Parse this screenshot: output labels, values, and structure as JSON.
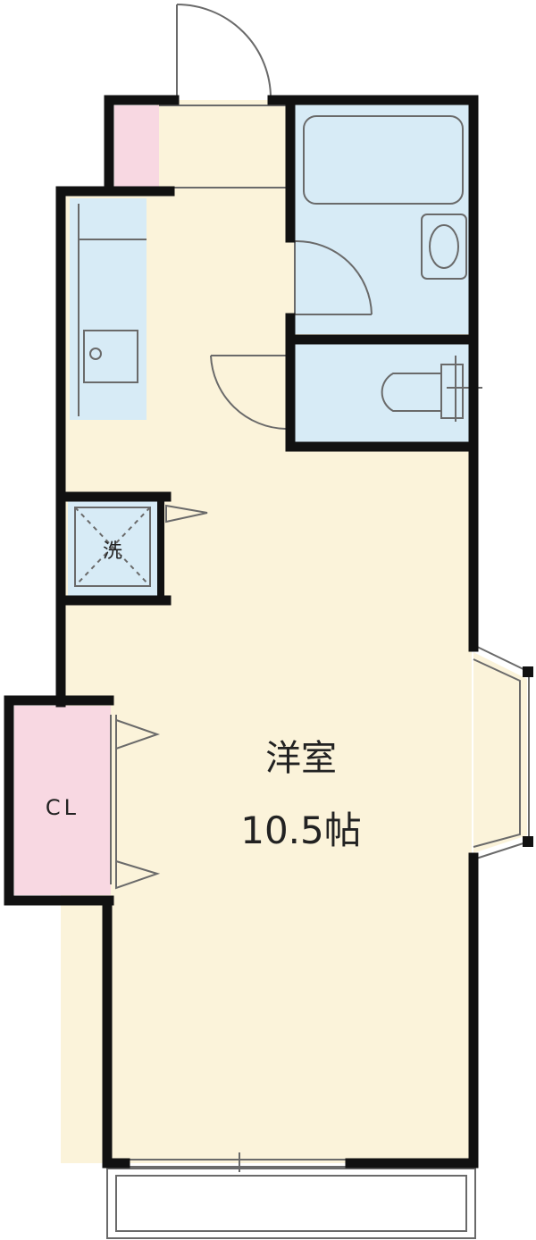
{
  "colors": {
    "floor": "#fbf3da",
    "wet_area": "#d7ebf6",
    "closet": "#f8d8e2",
    "wall": "#111111",
    "line": "#6a6a6a"
  },
  "labels": {
    "room_name": "洋室",
    "room_size": "10.5帖",
    "closet": "CL",
    "washer": "洗"
  },
  "icons": {
    "entrance_door": "door-swing-icon",
    "bathtub": "bathtub-icon",
    "basin": "wash-basin-icon",
    "toilet": "toilet-icon",
    "kitchen_sink": "kitchen-sink-icon",
    "washer_pan": "washing-machine-pan-icon"
  }
}
